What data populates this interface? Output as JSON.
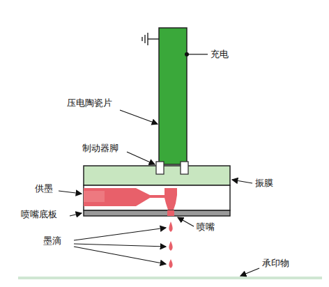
{
  "diagram": {
    "labels": [
      "充电",
      "压电陶瓷片",
      "制动器脚",
      "振膜",
      "供墨",
      "喷嘴底板",
      "喷嘴",
      "墨滴",
      "承印物"
    ]
  }
}
